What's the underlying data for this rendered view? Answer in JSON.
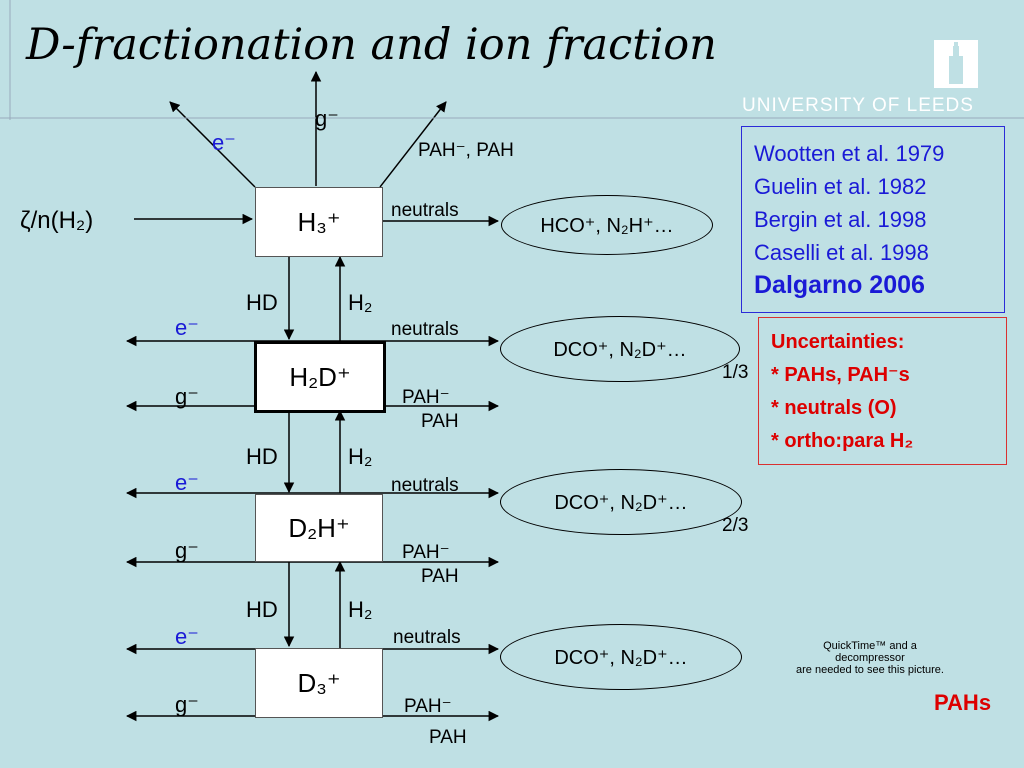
{
  "title": "D-fractionation and ion fraction",
  "logo": {
    "text": "UNIVERSITY OF LEEDS"
  },
  "ionization_label": "ζ/n(H₂)",
  "species": {
    "h3": "H₃⁺",
    "h2d": "H₂D⁺",
    "d2h": "D₂H⁺",
    "d3": "D₃⁺"
  },
  "top_branches": {
    "g": "g⁻",
    "e": "e⁻",
    "pah": "PAH⁻, PAH"
  },
  "products": {
    "hco": "HCO⁺, N₂H⁺…",
    "dco_1": "DCO⁺, N₂D⁺…",
    "dco_2": "DCO⁺, N₂D⁺…",
    "dco_3": "DCO⁺, N₂D⁺…"
  },
  "neutrals": "neutrals",
  "hd": "HD",
  "h2": "H₂",
  "e_minus": "e⁻",
  "g_minus": "g⁻",
  "pah_minus": "PAH⁻",
  "pah": "PAH",
  "fractions": {
    "one_third": "1/3",
    "two_thirds": "2/3"
  },
  "references": [
    "Wootten et al. 1979",
    "Guelin et al. 1982",
    "Bergin et al. 1998",
    "Caselli et al. 1998"
  ],
  "highlight_reference": "Dalgarno 2006",
  "uncertainties": {
    "heading": "Uncertainties:",
    "items": [
      "* PAHs, PAH⁻s",
      "* neutrals (O)",
      "* ortho:para H₂"
    ]
  },
  "quicktime": {
    "line1": "QuickTime™ and a",
    "line2": "decompressor",
    "line3": "are needed to see this picture."
  },
  "pahs_label": "PAHs",
  "colors": {
    "background": "#bfe0e4",
    "reference_text": "#1a1ad6",
    "uncertainty_text": "#dd0000"
  }
}
